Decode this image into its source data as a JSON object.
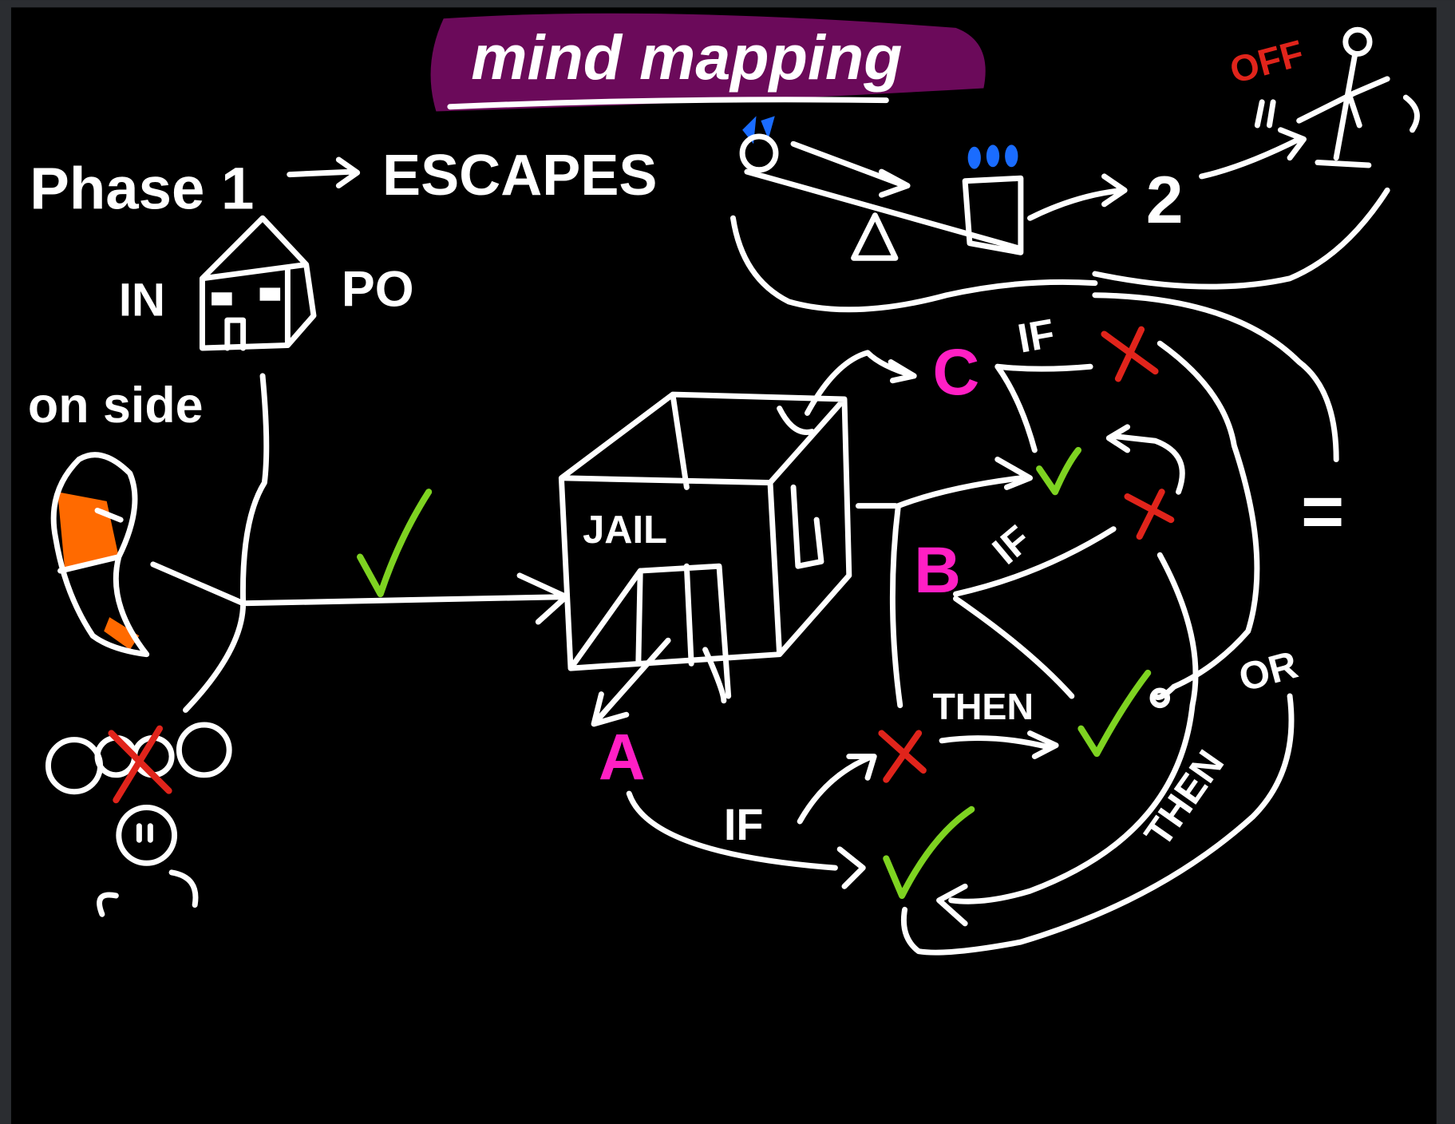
{
  "title": "mind mapping",
  "colors": {
    "banner": "#6b0a5a",
    "background": "#000000",
    "ink": "#ffffff",
    "accent_magenta": "#ff1fc4",
    "cross_red": "#e0241b",
    "check_green": "#7ed321",
    "orange": "#ff6a00",
    "blue": "#1a6cff"
  },
  "header": {
    "phase": "Phase 1",
    "arrow": "->",
    "escapes": "ESCAPES"
  },
  "house": {
    "left_label": "IN",
    "right_label": "PO"
  },
  "side_label": "on side",
  "jail_label": "JAIL",
  "nodes": {
    "a": "A",
    "b": "B",
    "c": "C"
  },
  "connectors": {
    "if_c": "IF",
    "if_b": "IF",
    "if_a": "IF",
    "then_mid": "THEN",
    "then_right": "THEN",
    "or": "OR"
  },
  "seesaw": {
    "step": "2",
    "off_label": "OFF",
    "equals": "="
  }
}
